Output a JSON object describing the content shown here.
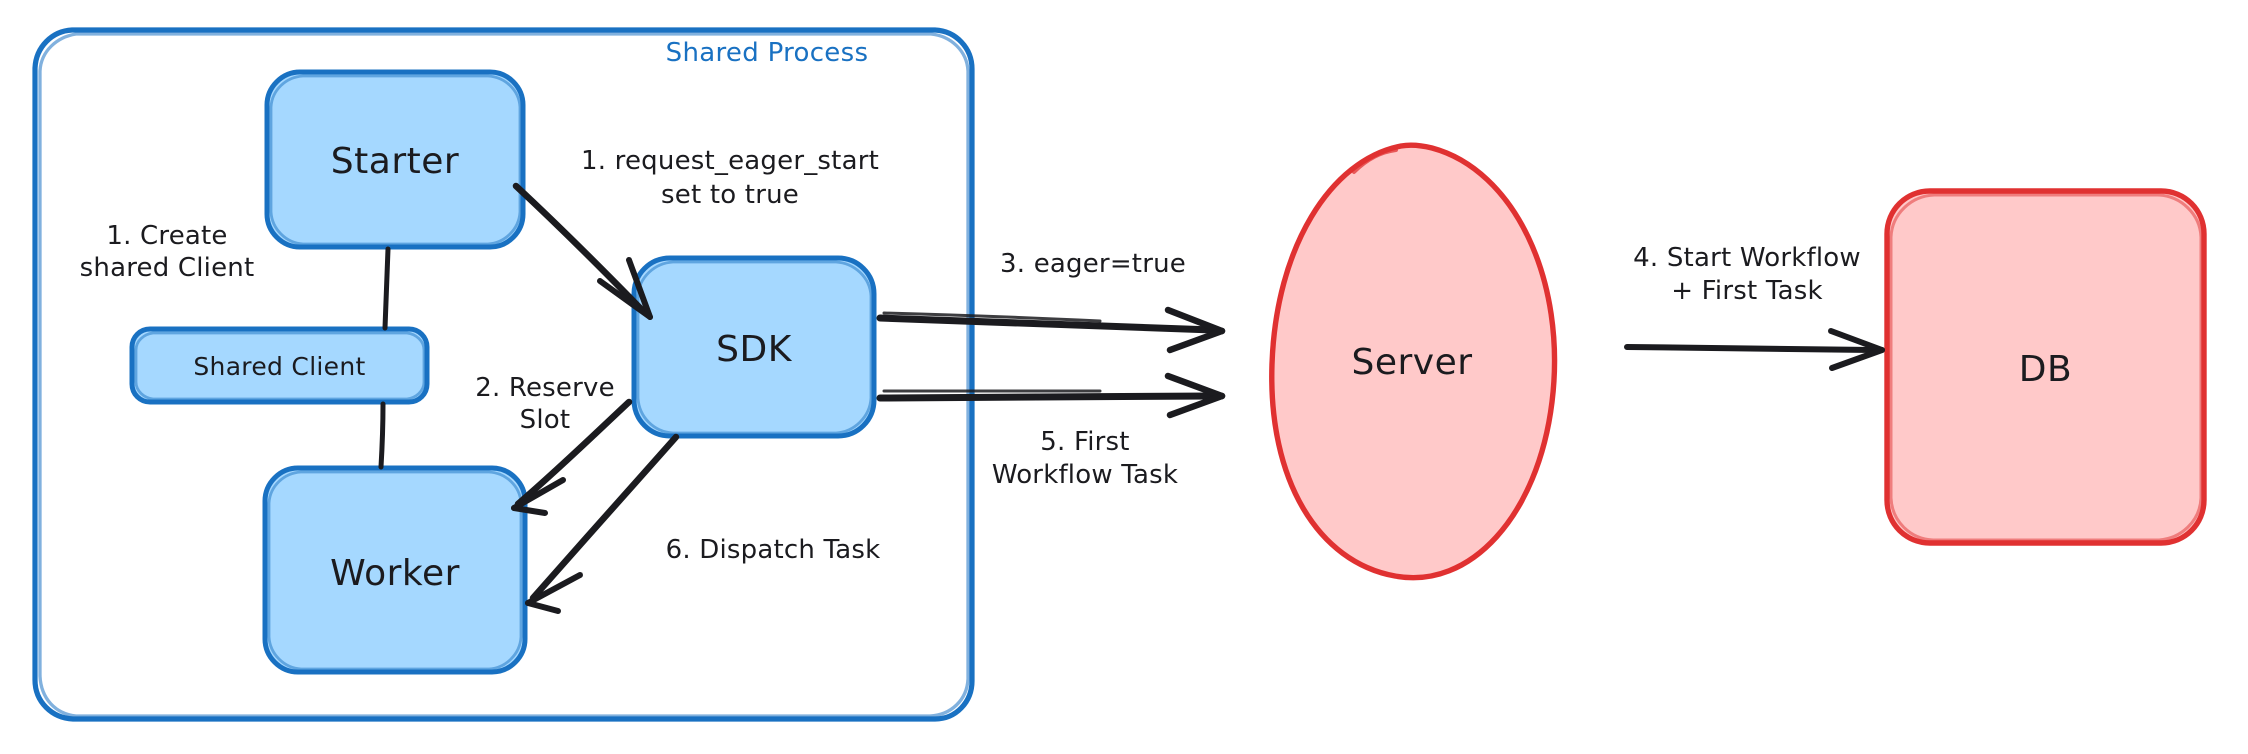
{
  "diagram": {
    "title": "Eager Workflow Start sequence",
    "colors": {
      "blue_stroke": "#1971c2",
      "blue_fill": "#a5d8ff",
      "red_stroke": "#e03131",
      "red_fill": "#ffc9c9",
      "arrow": "#1b1b1f",
      "text": "#1b1b1f",
      "background": "#ffffff"
    },
    "group": {
      "name": "shared-process",
      "label": "Shared Process",
      "label_color": "#1971c2"
    },
    "nodes": [
      {
        "id": "starter",
        "label": "Starter",
        "shape": "rounded-rect",
        "fill": "#a5d8ff",
        "stroke": "#1971c2"
      },
      {
        "id": "shared-client",
        "label": "Shared Client",
        "shape": "rounded-rect",
        "fill": "#a5d8ff",
        "stroke": "#1971c2"
      },
      {
        "id": "worker",
        "label": "Worker",
        "shape": "rounded-rect",
        "fill": "#a5d8ff",
        "stroke": "#1971c2"
      },
      {
        "id": "sdk",
        "label": "SDK",
        "shape": "rounded-rect",
        "fill": "#a5d8ff",
        "stroke": "#1971c2"
      },
      {
        "id": "server",
        "label": "Server",
        "shape": "ellipse",
        "fill": "#ffc9c9",
        "stroke": "#e03131"
      },
      {
        "id": "db",
        "label": "DB",
        "shape": "rounded-rect",
        "fill": "#ffc9c9",
        "stroke": "#e03131"
      }
    ],
    "edges": [
      {
        "id": "e1",
        "from": "starter",
        "to": "sdk",
        "label": "1. request_eager_start\nset to true",
        "arrow": true
      },
      {
        "id": "e2",
        "from": "sdk",
        "to": "worker",
        "label": "2. Reserve\nSlot",
        "arrow": true
      },
      {
        "id": "e3",
        "from": "sdk",
        "to": "server",
        "label": "3. eager=true",
        "arrow": true
      },
      {
        "id": "e4",
        "from": "server",
        "to": "db",
        "label": "4. Start Workflow\n+ First Task",
        "arrow": true
      },
      {
        "id": "e5",
        "from": "server",
        "to": "sdk",
        "label": "5. First\nWorkflow Task",
        "arrow": true
      },
      {
        "id": "e6",
        "from": "sdk",
        "to": "worker",
        "label": "6. Dispatch Task",
        "arrow": true
      },
      {
        "id": "e7",
        "from": "starter",
        "to": "shared-client",
        "label": "1. Create\nshared Client",
        "arrow": false
      },
      {
        "id": "e8",
        "from": "shared-client",
        "to": "worker",
        "label": "",
        "arrow": false
      }
    ],
    "edge_labels": {
      "create_shared_client_1": "1. Create",
      "create_shared_client_2": "shared Client",
      "request_eager_start_1": "1. request_eager_start",
      "request_eager_start_2": "set to true",
      "reserve_slot_1": "2. Reserve",
      "reserve_slot_2": "Slot",
      "eager_true": "3. eager=true",
      "start_workflow_1": "4. Start Workflow",
      "start_workflow_2": "+ First Task",
      "first_workflow_task_1": "5. First",
      "first_workflow_task_2": "Workflow Task",
      "dispatch_task": "6. Dispatch Task"
    }
  }
}
